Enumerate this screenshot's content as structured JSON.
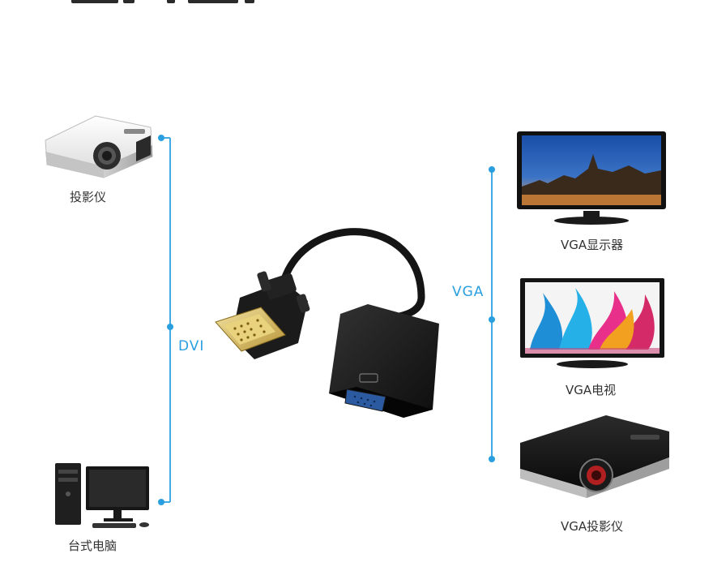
{
  "left": {
    "bus_label": "DVI",
    "devices": [
      {
        "id": "projector",
        "label": "投影仪",
        "icon": "projector-icon"
      },
      {
        "id": "desktop",
        "label": "台式电脑",
        "icon": "desktop-computer-icon"
      }
    ]
  },
  "right": {
    "bus_label": "VGA",
    "devices": [
      {
        "id": "monitor",
        "label": "VGA显示器",
        "icon": "monitor-icon"
      },
      {
        "id": "tv",
        "label": "VGA电视",
        "icon": "tv-icon"
      },
      {
        "id": "projector",
        "label": "VGA投影仪",
        "icon": "projector-icon"
      }
    ]
  },
  "center": {
    "icon": "dvi-to-vga-adapter-icon"
  },
  "colors": {
    "accent": "#2a9fe0",
    "line": "#41a9e6",
    "text": "#333333"
  }
}
